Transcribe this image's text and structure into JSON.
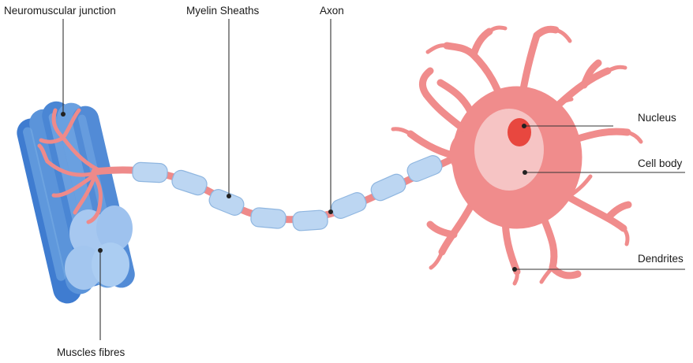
{
  "labels": {
    "neuromuscular_junction": "Neuromuscular junction",
    "myelin_sheaths": "Myelin Sheaths",
    "axon": "Axon",
    "nucleus": "Nucleus",
    "cell_body": "Cell body",
    "dendrites": "Dendrites",
    "muscle_fibres": "Muscles fibres"
  },
  "colors": {
    "neuron": "#f08c8c",
    "nucleus": "#e8473f",
    "cell_body": "#f6c4c4",
    "myelin": "#bcd6f2",
    "muscle": "#5b94da"
  }
}
